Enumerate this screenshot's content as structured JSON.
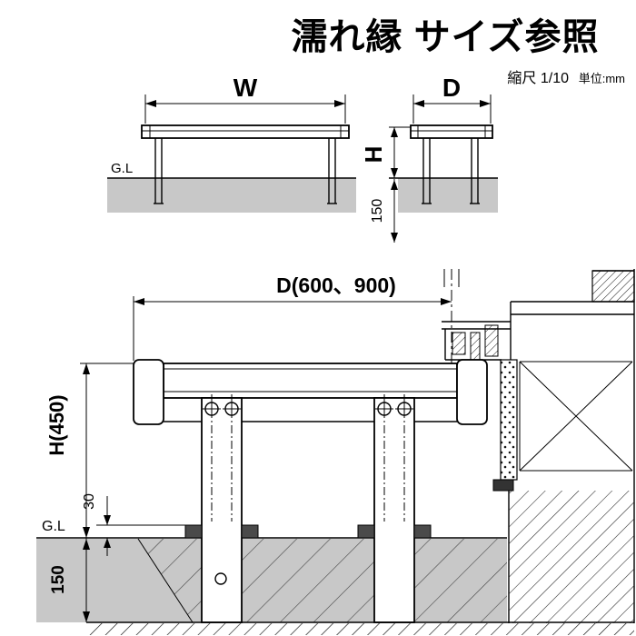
{
  "title": "濡れ縁 サイズ参照",
  "scale": {
    "label": "縮尺 1/10",
    "unit": "単位:mm"
  },
  "colors": {
    "title": "#ff0000",
    "ground": "#c8c8c8",
    "line": "#000000"
  },
  "front_view": {
    "width_dim": "W",
    "ground_line": "G.L"
  },
  "side_view": {
    "depth_dim": "D",
    "height_dim": "H",
    "embed_dim": "150"
  },
  "section_view": {
    "depth_dim": "D(600、900)",
    "height_dim": "H(450)",
    "clearance_dim": "30",
    "ground_line": "G.L",
    "embed_dim": "150"
  }
}
